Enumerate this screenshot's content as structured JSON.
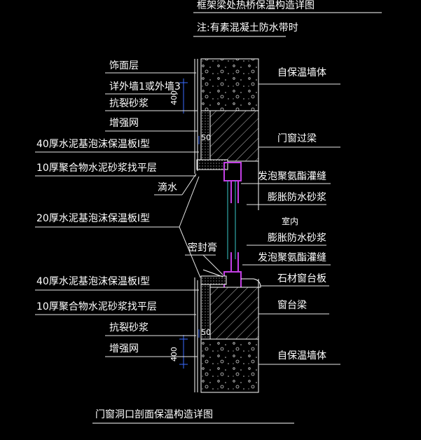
{
  "title": "框架梁处热桥保温构造详图",
  "note": "注:有素混凝土防水带时",
  "caption": "门窗洞口剖面保温构造详图",
  "labels_left": {
    "finish_layer": "饰面层",
    "see_wall": "详外墙1或外墙3",
    "anti_crack_top": "抗裂砂浆",
    "mesh_top": "增强网",
    "board40_top": "40厚水泥基泡沫保温板I型",
    "level10_top": "10厚聚合物水泥砂浆找平层",
    "drip": "滴水",
    "board20": "20厚水泥基泡沫保温板I型",
    "sealant": "密封膏",
    "board40_bottom": "40厚水泥基泡沫保温板I型",
    "level10_bottom": "10厚聚合物水泥砂浆找平层",
    "anti_crack_bottom": "抗裂砂浆",
    "mesh_bottom": "增强网"
  },
  "labels_right": {
    "wall_top": "自保温墙体",
    "lintel": "门窗过梁",
    "foam_top": "发泡聚氨酯灌缝",
    "mortar_top": "膨胀防水砂浆",
    "indoor": "室内",
    "mortar_bottom": "膨胀防水砂浆",
    "foam_bottom": "发泡聚氨酯灌缝",
    "sill_board": "石材窗台板",
    "sill_beam": "窗台梁",
    "wall_bottom": "自保温墙体"
  },
  "dims": {
    "d400_top": "400",
    "d50_top": "50",
    "d50_bottom": "50",
    "d400_bottom": "400"
  },
  "colors": {
    "background": "#000000",
    "lines": "#ffffff",
    "dimension": "#3a6cff",
    "frame": "#c43fe6",
    "glass": "#39c9c9"
  }
}
